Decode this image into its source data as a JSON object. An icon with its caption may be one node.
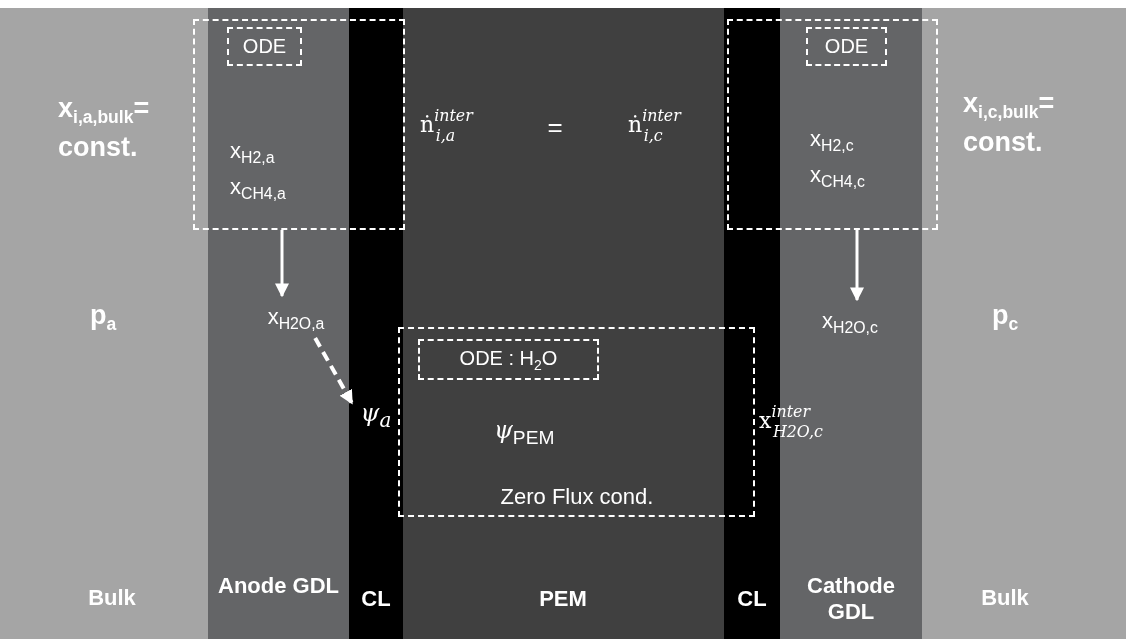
{
  "diagram": {
    "nodes": [
      {
        "text": [
          "x$_{i,a,bulk}$= const.",
          "p$_{a}$",
          "Bulk"
        ]
      },
      {
        "text": [
          "Anode GDL"
        ]
      },
      {
        "text": [
          "CL"
        ]
      },
      {
        "text": [
          "ṅ$^{inter}$$_{i,a}$",
          "=",
          "ṅ$^{inter}$$_{i,c}$",
          "PEM"
        ]
      },
      {
        "text": [
          "CL"
        ]
      },
      {
        "text": [
          "Cathode GDL"
        ]
      },
      {
        "text": [
          "x$_{i,c,bulk}$= const.",
          "p$_{c}$",
          "Bulk"
        ]
      },
      {
        "text": [
          "x$_{H2,a}$",
          "x$_{CH4,a}$"
        ]
      },
      {
        "text": [
          "ODE"
        ]
      },
      {
        "text": [
          "x$_{H2,c}$",
          "x$_{CH4,c}$"
        ]
      },
      {
        "text": [
          "ODE"
        ]
      },
      {
        "text": [
          "x$_{H2O,a}$"
        ],
        "in": 1
      },
      {
        "text": [
          "x$_{H2O,c}$"
        ],
        "in": 5
      },
      {
        "text": [
          "ψ$_{PEM}$",
          "Zero Flux cond."
        ]
      },
      {
        "text": [
          "ODE : H$_{2}$O"
        ],
        "in": 13
      },
      {
        "text": [
          "ψ$_{a}$"
        ],
        "in": 2
      }
    ],
    "edges": [
      {
        "from": 7,
        "to": 11,
        "arrow": "to"
      },
      {
        "from": 11,
        "to": 15,
        "arrow": "to",
        "style": "dashed"
      },
      {
        "from": 9,
        "to": 12,
        "arrow": "to"
      }
    ],
    "labels": [
      "x$^{inter}$$_{H2O,c}$"
    ]
  }
}
